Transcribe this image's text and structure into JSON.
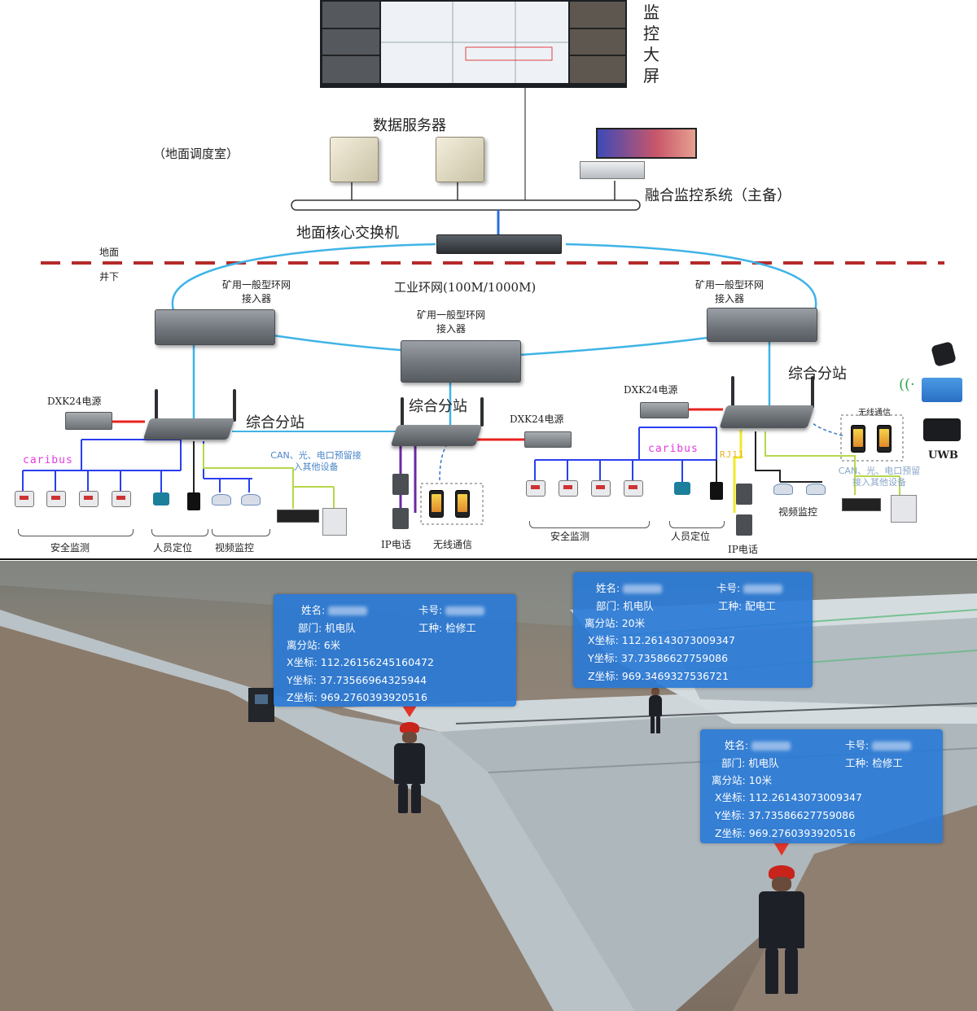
{
  "diagram": {
    "monitor_wall_label": "监控大屏",
    "data_server_label": "数据服务器",
    "dispatch_room_label": "（地面调度室）",
    "fusion_system_label": "融合监控系统（主备）",
    "core_switch_label": "地面核心交换机",
    "ground_label": "地面",
    "underground_label": "井下",
    "ring_network_label": "工业环网(100M/1000M)",
    "ring_access_label": "矿用一般型环网接入器",
    "substation_label": "综合分站",
    "dxk24_label": "DXK24电源",
    "caribus_label": "caribus",
    "can_note_left": "CAN、光、电口预留接入其他设备",
    "can_note_right": "CAN、光、电口预留接入其他设备",
    "rj11_label": "RJ11",
    "wireless_label": "无线通信",
    "uwb_label": "UWB",
    "safety_label": "安全监测",
    "personnel_label": "人员定位",
    "video_label": "视频监控",
    "ip_phone_label": "IP电话",
    "wireless_comm_label": "无线通信"
  },
  "colors": {
    "ring": "#3fb4e6",
    "bus_blue": "#2a3ff0",
    "bus_purple": "#6a2aa0",
    "bus_green": "#b6d84a",
    "red_link": "#e8231f",
    "yellow_link": "#f3e82a",
    "card_bg": "#2a7ad6"
  },
  "scene": {
    "field_labels": {
      "name": "姓名:",
      "card": "卡号:",
      "dept": "部门:",
      "type": "工种:",
      "station": "离分站:",
      "x": "X坐标:",
      "y": "Y坐标:",
      "z": "Z坐标:"
    },
    "cards": [
      {
        "dept": "机电队",
        "type": "检修工",
        "station": "6米",
        "x": "112.26156245160472",
        "y": "37.73566964325944",
        "z": "969.2760393920516"
      },
      {
        "dept": "机电队",
        "type": "配电工",
        "station": "20米",
        "x": "112.26143073009347",
        "y": "37.73586627759086",
        "z": "969.3469327536721"
      },
      {
        "dept": "机电队",
        "type": "检修工",
        "station": "10米",
        "x": "112.26143073009347",
        "y": "37.73586627759086",
        "z": "969.2760393920516"
      }
    ]
  }
}
